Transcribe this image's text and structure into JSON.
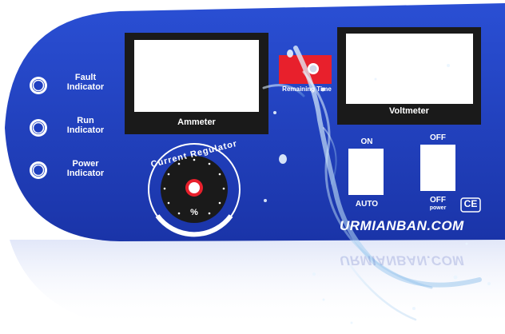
{
  "indicators": [
    {
      "line1": "Fault",
      "line2": "Indicator"
    },
    {
      "line1": "Run",
      "line2": "Indicator"
    },
    {
      "line1": "Power",
      "line2": "Indicator"
    }
  ],
  "ammeter": {
    "label": "Ammeter"
  },
  "voltmeter": {
    "label": "Voltmeter"
  },
  "timer": {
    "label": "Remaining Time"
  },
  "regulator": {
    "label": "Current Regulator",
    "unit": "%"
  },
  "switch": {
    "on_label": "ON",
    "off_label": "OFF",
    "auto_label": "AUTO",
    "off2_label": "OFF",
    "power_label": "power"
  },
  "ce_mark": "CE",
  "brand": "URMIANBAN.COM",
  "colors": {
    "panel": "#1f3fc0",
    "accent": "#e8202c",
    "window": "#ffffff",
    "frame": "#1a1a1a"
  }
}
